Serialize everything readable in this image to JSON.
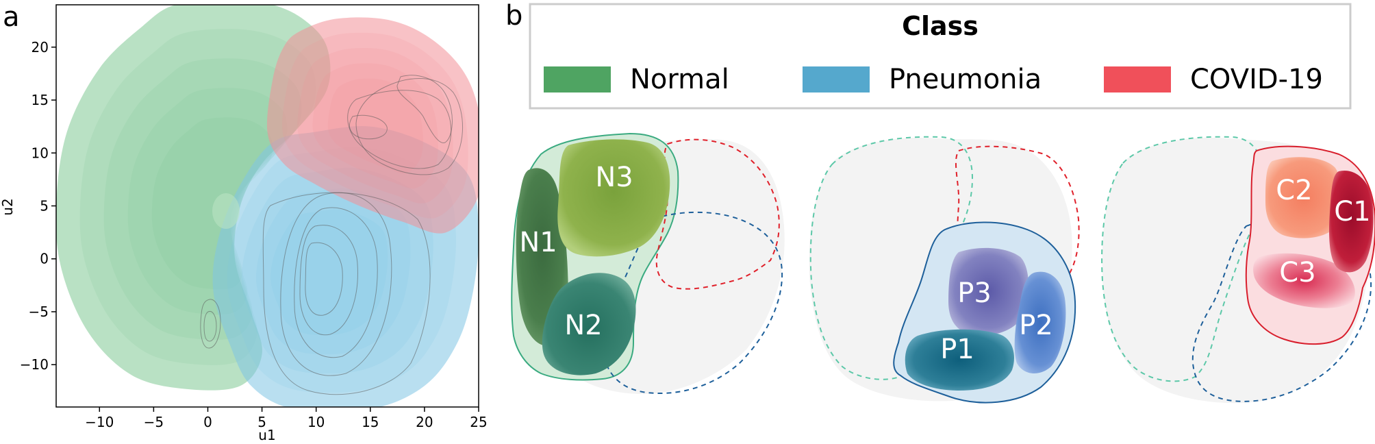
{
  "panels": {
    "a": "a",
    "b": "b"
  },
  "colors": {
    "normal": "#4fa462",
    "pneumonia": "#55a8cd",
    "covid": "#f0505a",
    "grey": "#f3f3f3",
    "normal_dash": "#5cc8a8",
    "pneumonia_dash": "#1d5f9a",
    "covid_dash": "#e0202a"
  },
  "legend": {
    "title": "Class",
    "items": [
      {
        "label": "Normal",
        "color": "#4fa462"
      },
      {
        "label": "Pneumonia",
        "color": "#55a8cd"
      },
      {
        "label": "COVID-19",
        "color": "#f0505a"
      }
    ]
  },
  "chart_data": [
    {
      "type": "density-contour",
      "xlabel": "u1",
      "ylabel": "u2",
      "xlim": [
        -14,
        25
      ],
      "ylim": [
        -14,
        24
      ],
      "xticks": [
        -10,
        -5,
        0,
        5,
        10,
        15,
        20,
        25
      ],
      "yticks": [
        -10,
        -5,
        0,
        5,
        10,
        15,
        20
      ],
      "xtick_labels": [
        "−10",
        "−5",
        "0",
        "5",
        "10",
        "15",
        "20",
        "25"
      ],
      "ytick_labels": [
        "−10",
        "−5",
        "0",
        "5",
        "10",
        "15",
        "20"
      ],
      "series": [
        {
          "class": "Normal",
          "color": "#7fc894",
          "outline": [
            [
              -3,
              24
            ],
            [
              2,
              24.5
            ],
            [
              6,
              24
            ],
            [
              9,
              22.5
            ],
            [
              11,
              20
            ],
            [
              11,
              16
            ],
            [
              8,
              12
            ],
            [
              5,
              9
            ],
            [
              3,
              5
            ],
            [
              2.5,
              0
            ],
            [
              4,
              -5
            ],
            [
              5,
              -9
            ],
            [
              3,
              -12
            ],
            [
              -2,
              -12.3
            ],
            [
              -7,
              -11
            ],
            [
              -11,
              -7
            ],
            [
              -13.5,
              -1
            ],
            [
              -14,
              5
            ],
            [
              -13,
              12
            ],
            [
              -10,
              18
            ],
            [
              -6,
              22
            ]
          ],
          "peak": [
            1.8,
            4.6
          ]
        },
        {
          "class": "Pneumonia",
          "color": "#7fc4e4",
          "outline": [
            [
              6,
              11
            ],
            [
              10,
              12
            ],
            [
              15,
              12.5
            ],
            [
              20,
              11
            ],
            [
              24,
              8
            ],
            [
              25,
              3
            ],
            [
              24.5,
              -3
            ],
            [
              23,
              -8
            ],
            [
              20,
              -12
            ],
            [
              15,
              -14.2
            ],
            [
              8,
              -14.2
            ],
            [
              4,
              -12
            ],
            [
              2,
              -8
            ],
            [
              0.5,
              -3
            ],
            [
              1,
              2
            ],
            [
              3,
              7
            ]
          ],
          "peak": [
            10,
            -1.5
          ]
        },
        {
          "class": "COVID-19",
          "color": "#f28f98",
          "outline": [
            [
              8.5,
              21.5
            ],
            [
              12,
              22.7
            ],
            [
              17,
              22.5
            ],
            [
              21,
              20.5
            ],
            [
              24,
              17
            ],
            [
              25.3,
              12
            ],
            [
              25,
              6
            ],
            [
              22,
              2.5
            ],
            [
              18,
              3.5
            ],
            [
              14,
              5
            ],
            [
              10,
              7
            ],
            [
              7,
              9
            ],
            [
              5.5,
              12
            ],
            [
              6,
              17
            ],
            [
              7,
              20
            ]
          ],
          "peak": [
            15.5,
            12.5
          ]
        }
      ]
    },
    {
      "type": "density-contour",
      "class": "Normal",
      "clusters": [
        "N1",
        "N2",
        "N3"
      ]
    },
    {
      "type": "density-contour",
      "class": "Pneumonia",
      "clusters": [
        "P1",
        "P2",
        "P3"
      ]
    },
    {
      "type": "density-contour",
      "class": "COVID-19",
      "clusters": [
        "C1",
        "C2",
        "C3"
      ]
    }
  ]
}
